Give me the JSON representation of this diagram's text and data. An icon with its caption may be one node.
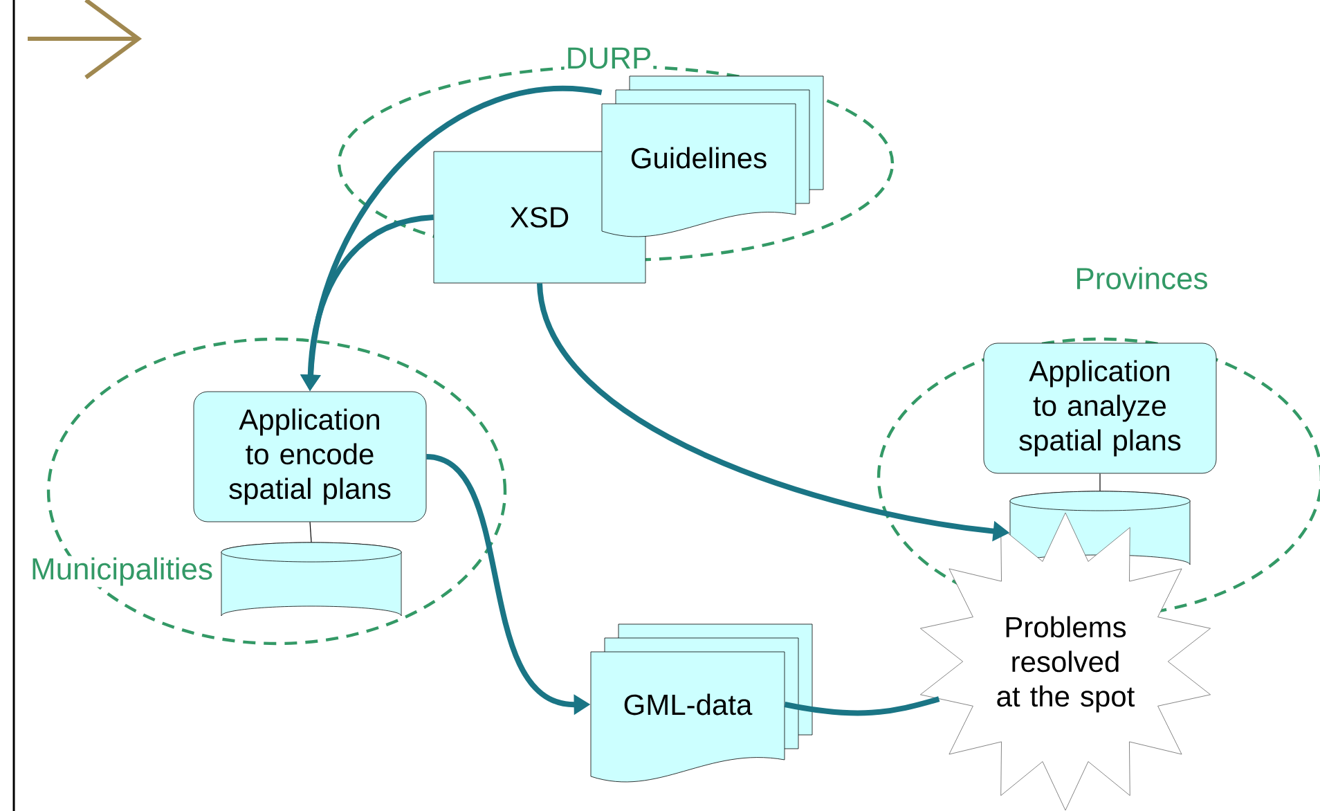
{
  "diagram": {
    "nodes": [
      {
        "text": [
          "DURP"
        ]
      },
      {
        "text": [
          "Guidelines"
        ],
        "in": 0
      },
      {
        "text": [
          "XSD"
        ],
        "in": 0
      },
      {
        "text": [
          "Municipalities"
        ]
      },
      {
        "text": [
          "Application to encode spatial plans"
        ],
        "in": 3
      },
      {
        "text": [],
        "shape": "cylinder",
        "in": 3
      },
      {
        "text": [
          "Provinces"
        ]
      },
      {
        "text": [
          "Application to analyze spatial plans"
        ],
        "in": 6
      },
      {
        "text": [],
        "shape": "cylinder",
        "in": 6
      },
      {
        "text": [
          "GML-data"
        ]
      },
      {
        "text": [
          "Problems resolved at the spot"
        ]
      }
    ],
    "edges": [
      {
        "from": 1,
        "to": 4,
        "arrow": "to"
      },
      {
        "from": 2,
        "to": 4,
        "arrow": "to"
      },
      {
        "from": 2,
        "to": 8,
        "arrow": "to"
      },
      {
        "from": 4,
        "to": 9,
        "arrow": "to"
      },
      {
        "from": 9,
        "to": 10,
        "arrow": "none"
      },
      {
        "from": 4,
        "to": 5,
        "arrow": "none",
        "color": "#000000"
      },
      {
        "from": 7,
        "to": 8,
        "arrow": "none",
        "color": "#000000"
      }
    ]
  }
}
